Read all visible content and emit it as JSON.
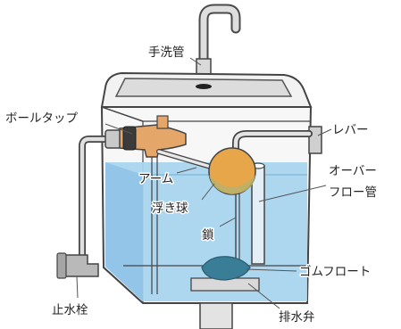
{
  "labels": {
    "hand_wash_pipe": "手洗管",
    "ball_tap": "ボールタップ",
    "lever": "レバー",
    "arm": "アーム",
    "overflow_pipe_line1": "オーバー",
    "overflow_pipe_line2": "フロー管",
    "float_ball": "浮き球",
    "chain": "鎖",
    "rubber_float": "ゴムフロート",
    "stop_valve": "止水栓",
    "drain_valve": "排水弁"
  },
  "colors": {
    "water": "#a9d4ee",
    "water_dark": "#8fc3e6",
    "tank_outline": "#444444",
    "float_ball": "#e7a64a",
    "float_ball_under": "#b9b06b",
    "ball_tap_body": "#e5a66a",
    "rubber_float": "#3a7d96",
    "pipe": "#dcdcdc",
    "leader_line": "#555555"
  }
}
